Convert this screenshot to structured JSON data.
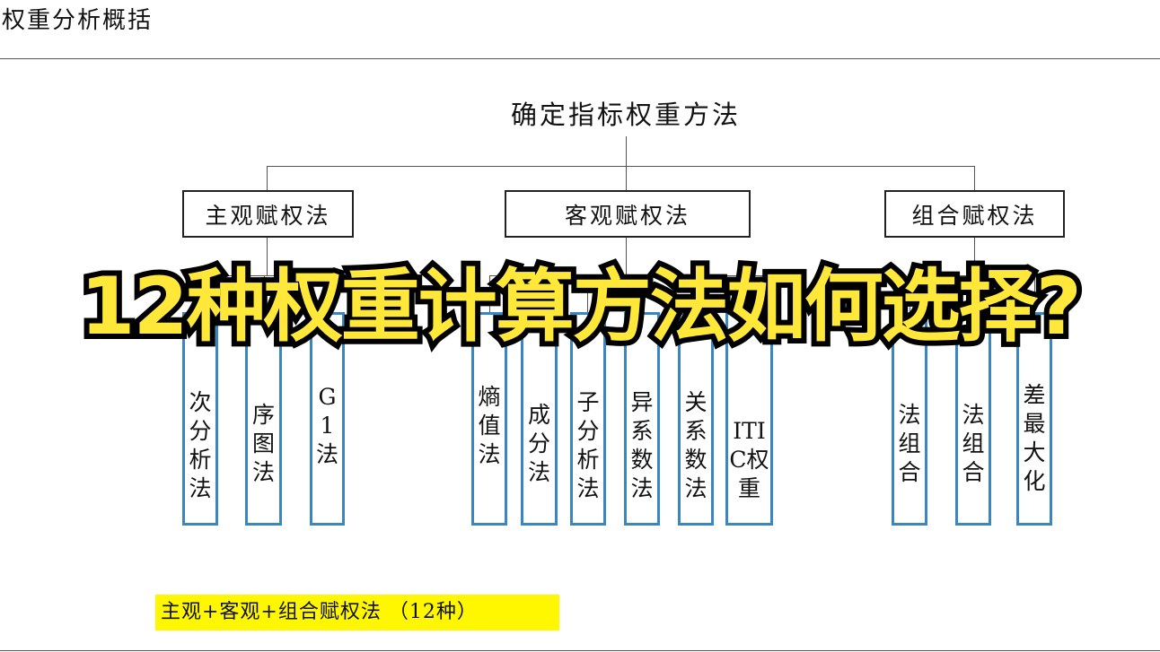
{
  "header": {
    "title": "权重分析概括"
  },
  "diagram": {
    "root": "确定指标权重方法",
    "categories": [
      {
        "label": "主观赋权法",
        "leaves": [
          "次分析法",
          "序图法",
          "G1法"
        ]
      },
      {
        "label": "客观赋权法",
        "leaves": [
          "熵值法",
          "成分法",
          "子分析法",
          "异系数法",
          "关系数法",
          "ITIC权重"
        ]
      },
      {
        "label": "组合赋权法",
        "leaves": [
          "法组合",
          "法组合",
          "差最大化"
        ]
      }
    ]
  },
  "note": "主观+客观+组合赋权法 （12种）",
  "overlay": "12种权重计算方法如何选择?",
  "colors": {
    "leaf_border": "#3a86c0",
    "highlight": "#fff700",
    "overlay_text": "#ffe83a"
  }
}
